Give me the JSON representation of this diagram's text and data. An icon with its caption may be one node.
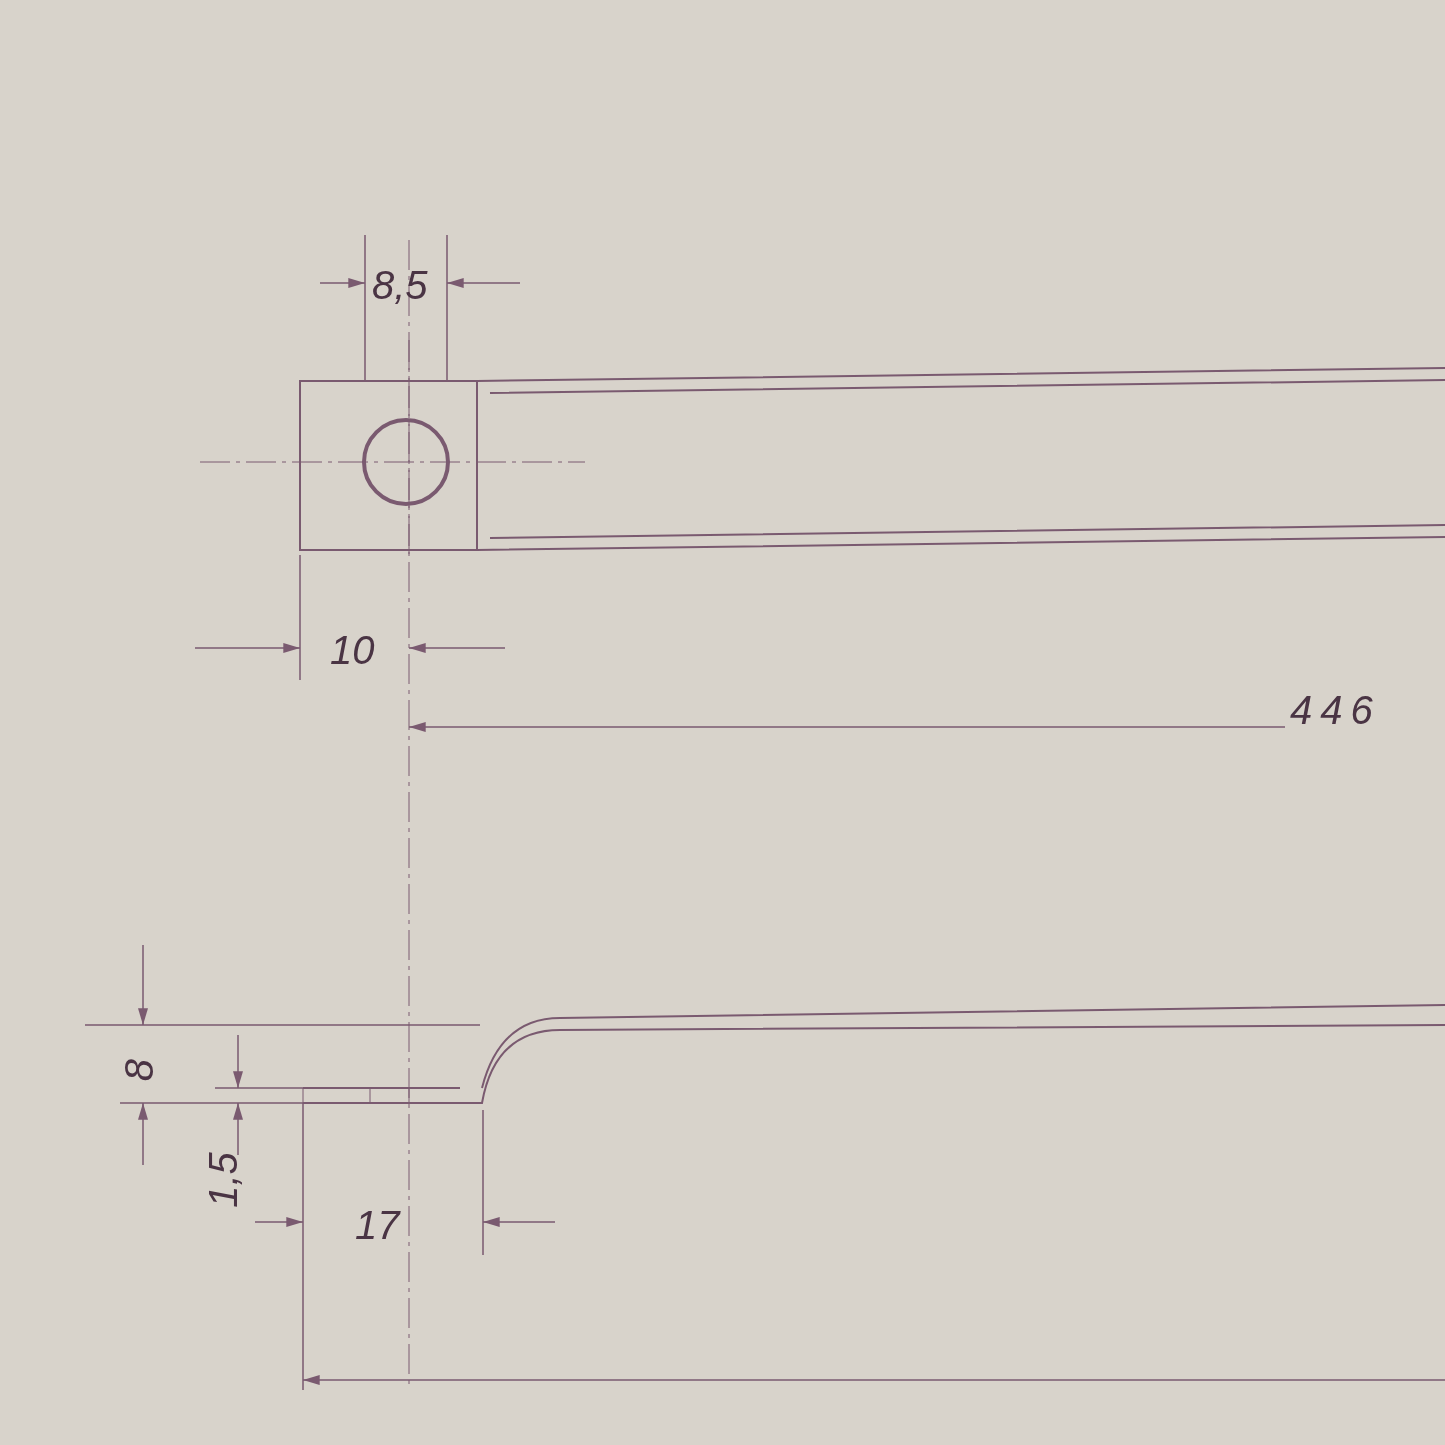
{
  "diagram": {
    "labels": [
      "8,5",
      "10",
      "446",
      "8",
      "1,5",
      "17"
    ]
  }
}
